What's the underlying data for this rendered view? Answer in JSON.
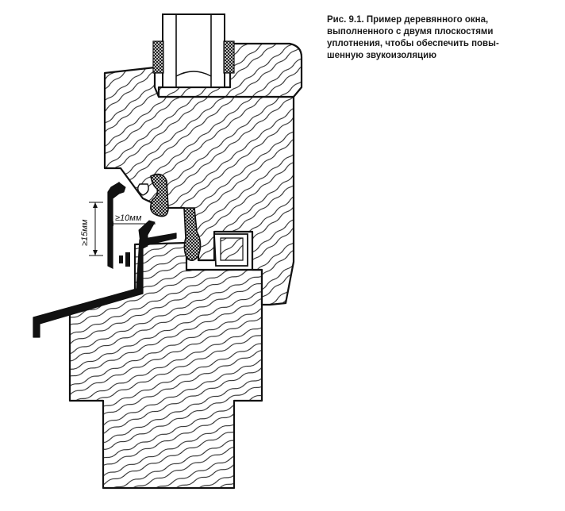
{
  "caption": {
    "lines": [
      "Рис. 9.1. Пример деревянного окна,",
      "выполненного с двумя плоскостями",
      "уплотнения, чтобы обеспечить повы-",
      "шенную звукоизоляцию"
    ]
  },
  "dimensions": {
    "gap_label": "≥10мм",
    "height_label": "≥15мм"
  },
  "colors": {
    "ink": "#111111",
    "paper": "#ffffff"
  }
}
